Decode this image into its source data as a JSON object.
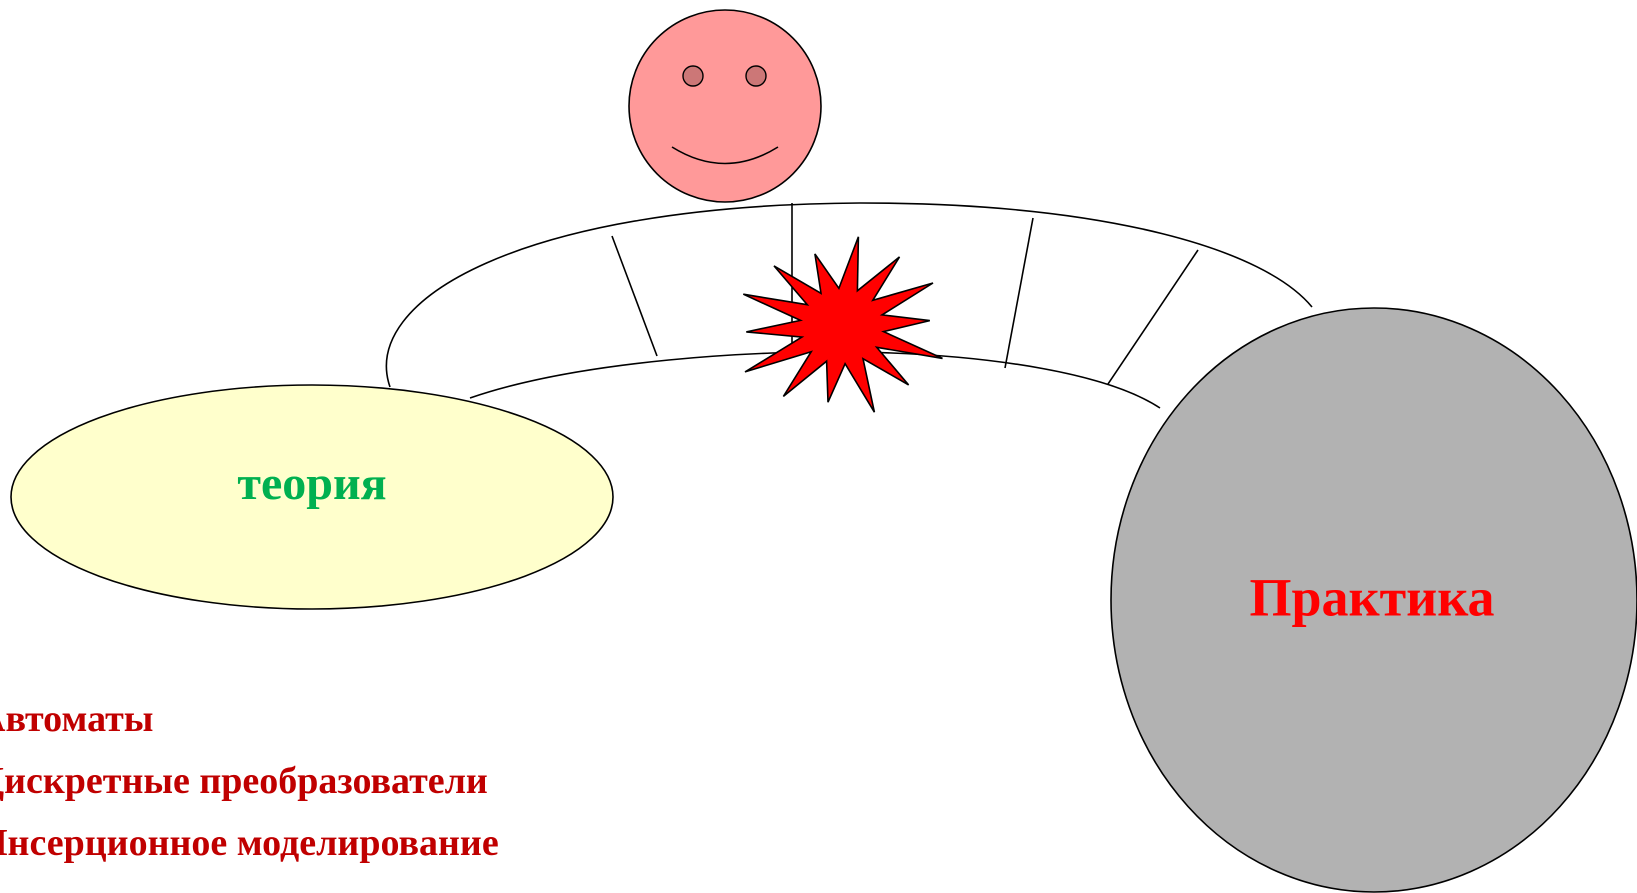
{
  "theory": {
    "label": "теория",
    "fill": "#ffffcc",
    "text_color": "#00b050"
  },
  "practice": {
    "label": "Практика",
    "fill": "#b2b2b2",
    "text_color": "#ff0000"
  },
  "face": {
    "fill": "#ff9999",
    "eye_fill": "#cc7777"
  },
  "burst": {
    "fill": "#ff0000"
  },
  "list": {
    "color": "#c00000",
    "items": [
      "Автоматы",
      "Дискретные преобразователи",
      "Инсерционное моделирование"
    ]
  }
}
